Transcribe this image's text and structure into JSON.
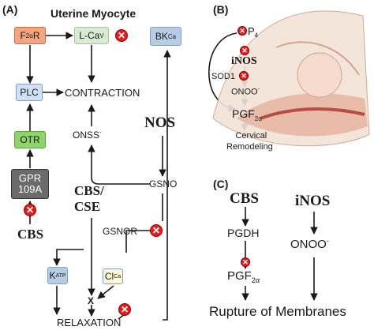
{
  "panelA": {
    "label": "(A)",
    "title": "Uterine Myocyte",
    "f2ar": {
      "main": "F",
      "sub": "2α",
      "tail": "R"
    },
    "lcav": {
      "main": "L-Ca",
      "sub": "V"
    },
    "bkca": {
      "main": "BK",
      "sub": "Ca"
    },
    "plc": "PLC",
    "contraction": "CONTRACTION",
    "otr": "OTR",
    "gpr": {
      "line1": "GPR",
      "line2": "109A"
    },
    "cbs": "CBS",
    "onss": {
      "main": "ONSS",
      "sup": "-"
    },
    "nos": "NOS",
    "cbs_cse": {
      "line1": "CBS/",
      "line2": "CSE"
    },
    "gsno": "GSNO",
    "gsnor": "GSNOR",
    "katp": {
      "main": "K",
      "sub": "ATP"
    },
    "clca": {
      "main": "Cl",
      "sub": "Ca"
    },
    "x": "X",
    "relaxation": "RELAXATION"
  },
  "panelB": {
    "label": "(B)",
    "p4": {
      "main": "P",
      "sub": "4"
    },
    "inos": "iNOS",
    "sod1": "SOD1",
    "onoo": {
      "main": "ONOO",
      "sup": "-"
    },
    "pgf": {
      "main": "PGF",
      "sub": "2α"
    },
    "cervical": "Cervical",
    "remodeling": "Remodeling"
  },
  "panelC": {
    "label": "(C)",
    "cbs": "CBS",
    "inos": "iNOS",
    "pgdh": "PGDH",
    "onoo": {
      "main": "ONOO",
      "sup": "-"
    },
    "pgf": {
      "main": "PGF",
      "sub": "2α"
    },
    "rupture": "Rupture of Membranes"
  },
  "colors": {
    "f2ar_fill": "#f4a582",
    "green_fill": "#8fd46a",
    "blue_fill": "#cfe2f3",
    "gpr_fill": "#6b6b6b",
    "inhibit_red": "#e02020",
    "bkca_fill": "#b7cde6"
  }
}
